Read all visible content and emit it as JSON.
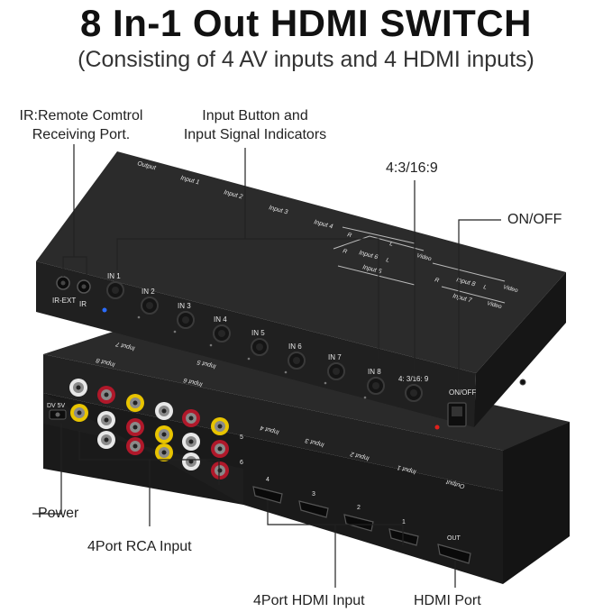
{
  "header": {
    "title": "8 In-1 Out HDMI SWITCH",
    "subtitle": "(Consisting of 4 AV inputs and 4 HDMI inputs)"
  },
  "callouts": {
    "ir_port": "IR:Remote Comtrol\nReceiving Port.",
    "input_button": "Input Button and\nInput Signal Indicators",
    "aspect": "4:3/16:9",
    "onoff": "ON/OFF",
    "power": "Power",
    "rca_input": "4Port RCA Input",
    "hdmi_input": "4Port HDMI Input",
    "hdmi_port": "HDMI Port"
  },
  "top_unit": {
    "top_labels": [
      "Output",
      "Input 1",
      "Input 2",
      "Input 3",
      "Input 4",
      "Input 6",
      "Input 5",
      "Input 8",
      "Input 7"
    ],
    "rl_letters": [
      "R",
      "L",
      "Video"
    ],
    "ir_labels": [
      "IR-EXT",
      "IR"
    ],
    "buttons": [
      "IN 1",
      "IN 2",
      "IN 3",
      "IN 4",
      "IN 5",
      "IN 6",
      "IN 7",
      "IN 8"
    ],
    "aspect_button": "4: 3/16: 9",
    "power_switch": "ON/OFF"
  },
  "bottom_unit": {
    "dc_label": "DV 5V",
    "rca_row_numbers": [
      "5",
      "6"
    ],
    "hdmi_labels": [
      "4",
      "3",
      "2",
      "1"
    ],
    "out_label": "OUT",
    "top_input_labels": [
      "Input 4",
      "Input 3",
      "Input 2",
      "Input 1",
      "Output"
    ],
    "upside_labels": [
      "Input 7",
      "Input 8",
      "Input 5",
      "Input 6"
    ]
  },
  "colors": {
    "device_body": "#1c1c1c",
    "device_top": "#262626",
    "rca_yellow": "#e8c400",
    "rca_white": "#e8e8e8",
    "rca_red": "#b0182a",
    "led_blue": "#2b6cff",
    "led_red": "#e0201c"
  }
}
